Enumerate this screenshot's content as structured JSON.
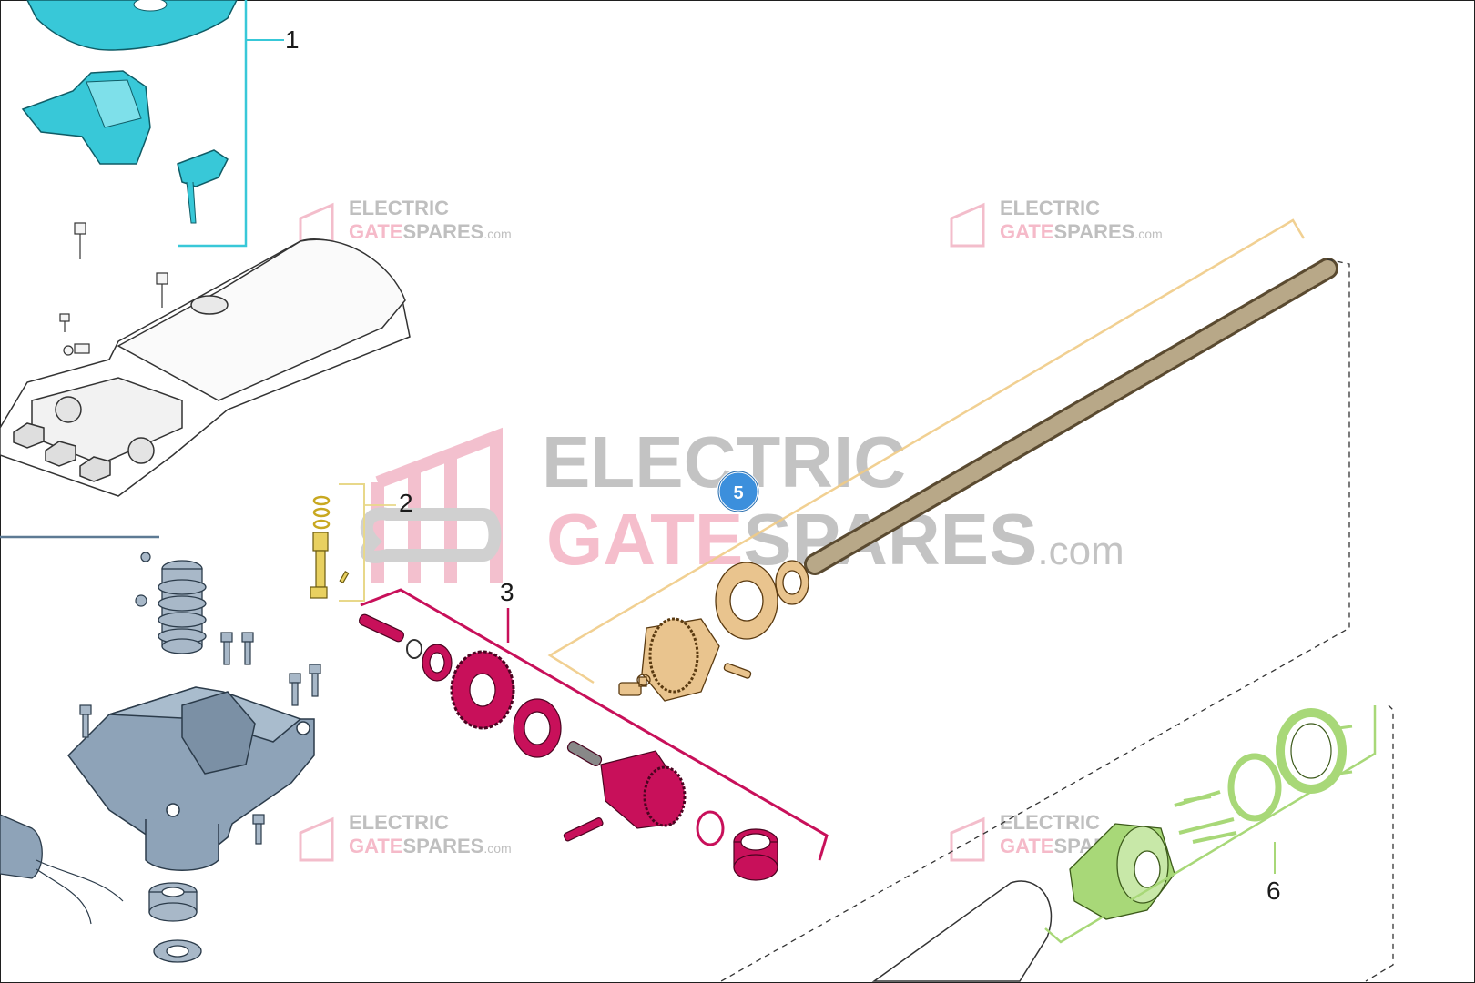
{
  "callouts": {
    "c1": "1",
    "c2": "2",
    "c3": "3",
    "c5": "5",
    "c6": "6"
  },
  "watermark": {
    "line1": "ELECTRIC",
    "line2_pink": "GATE",
    "line2_grey": "SPARES",
    "suffix": ".com"
  },
  "colors": {
    "group1": "#38c8d8",
    "group2": "#e8d88a",
    "group3": "#c8105a",
    "group5": "#e9c48e",
    "group6": "#a8d878",
    "body": "#8ea3b8",
    "hotspot": "#3c8fdc"
  },
  "icons": [
    "house-gate-logo-icon",
    "wrench-logo-icon"
  ]
}
